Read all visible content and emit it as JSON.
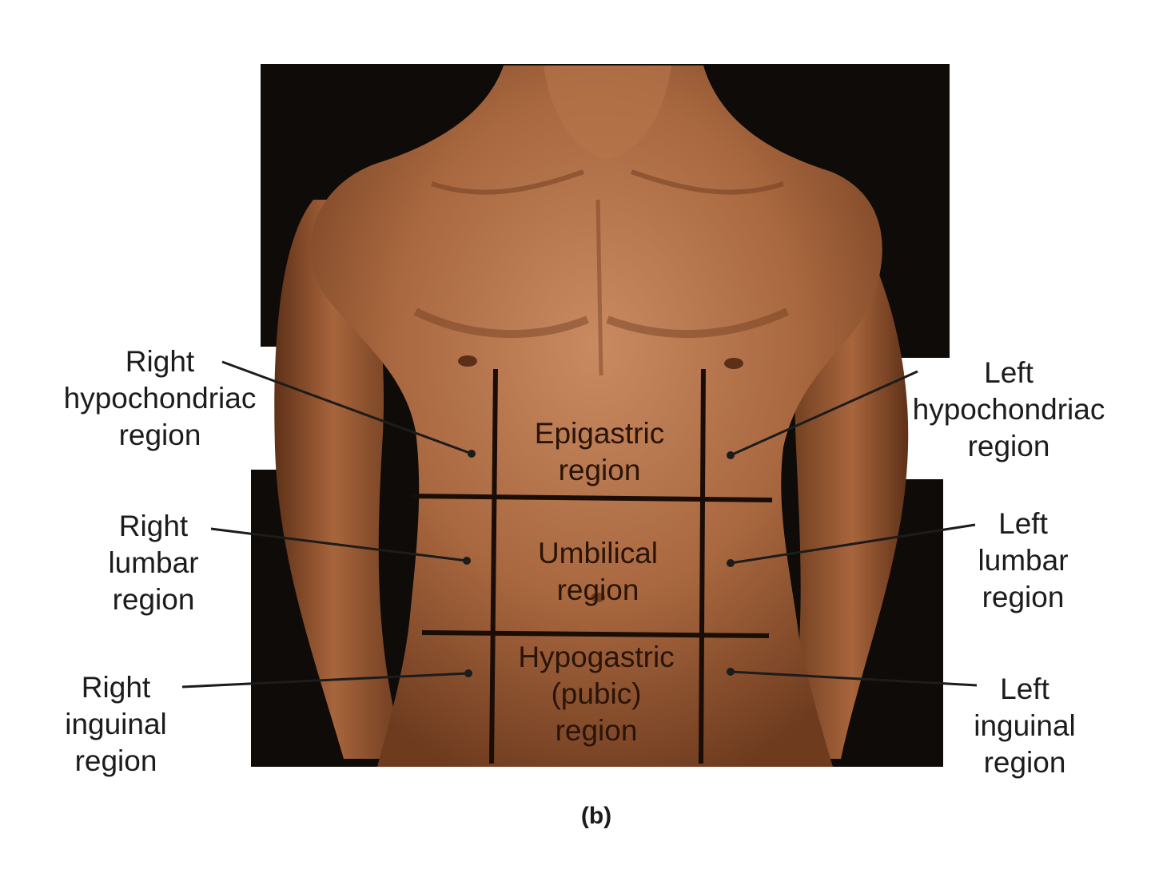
{
  "figure": {
    "caption": "(b)",
    "colors": {
      "background_panel": "#0e0b09",
      "skin_light": "#c98a62",
      "skin_mid": "#a9683f",
      "skin_dark": "#6e3b1f",
      "grid_line": "#1a0d06",
      "leader_line": "#1c1c1c"
    },
    "outer_labels": {
      "right_hypochondriac": [
        "Right",
        "hypochondriac",
        "region"
      ],
      "right_lumbar": [
        "Right",
        "lumbar",
        "region"
      ],
      "right_inguinal": [
        "Right",
        "inguinal",
        "region"
      ],
      "left_hypochondriac": [
        "Left",
        "hypochondriac",
        "region"
      ],
      "left_lumbar": [
        "Left",
        "lumbar",
        "region"
      ],
      "left_inguinal": [
        "Left",
        "inguinal",
        "region"
      ]
    },
    "inner_labels": {
      "epigastric": [
        "Epigastric",
        "region"
      ],
      "umbilical": [
        "Umbilical",
        "region"
      ],
      "hypogastric": [
        "Hypogastric",
        "(pubic)",
        "region"
      ]
    }
  }
}
